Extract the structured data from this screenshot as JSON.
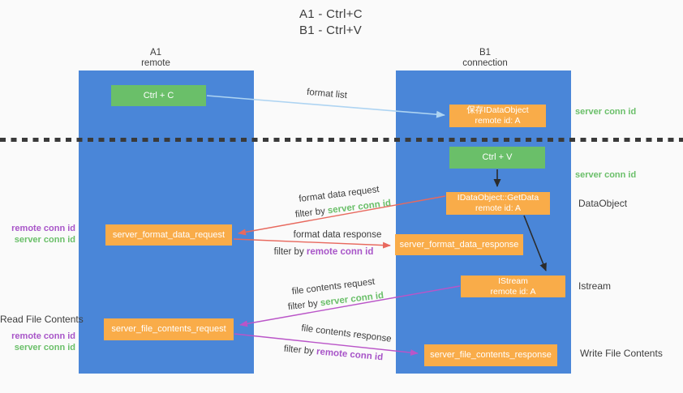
{
  "title": {
    "line1": "A1 - Ctrl+C",
    "line2": "B1 - Ctrl+V"
  },
  "columns": {
    "a1": {
      "name": "A1",
      "subtitle": "remote"
    },
    "b1": {
      "name": "B1",
      "subtitle": "connection"
    }
  },
  "nodes": {
    "ctrl_c": {
      "label": "Ctrl + C"
    },
    "ctrl_v": {
      "label": "Ctrl + V"
    },
    "save_idataobject": {
      "line1": "保存IDataObject",
      "line2": "remote id: A"
    },
    "getdata": {
      "line1": "IDataObject::GetData",
      "line2": "remote id: A"
    },
    "istream": {
      "line1": "IStream",
      "line2": "remote id: A"
    },
    "format_request": {
      "label": "server_format_data_request"
    },
    "format_response": {
      "label": "server_format_data_response"
    },
    "file_request": {
      "label": "server_file_contents_request"
    },
    "file_response": {
      "label": "server_file_contents_response"
    }
  },
  "edge_labels": {
    "format_list": "format list",
    "format_data_request": "format data request",
    "format_data_response": "format data response",
    "file_contents_request": "file contents request",
    "file_contents_response": "file contents response",
    "filter_by": "filter by"
  },
  "terms": {
    "server_conn_id": "server conn id",
    "remote_conn_id": "remote conn id"
  },
  "side_labels": {
    "left": {
      "remote_conn_id": "remote conn id",
      "server_conn_id": "server conn id",
      "read_file_contents": "Read File Contents"
    },
    "right": {
      "server_conn_id": "server conn id",
      "dataobject": "DataObject",
      "istream": "Istream",
      "write_file_contents": "Write File Contents"
    }
  },
  "colors": {
    "column_blue": "#4a86d8",
    "box_green": "#6abf69",
    "box_orange": "#f9ac49",
    "label_green": "#6abf69",
    "label_purple": "#a855c8",
    "arrow_red": "#e8695e",
    "arrow_purple": "#ba55c8",
    "arrow_light_blue": "#aed4f2",
    "arrow_black": "#2b2b2b",
    "background": "#fafafa"
  }
}
